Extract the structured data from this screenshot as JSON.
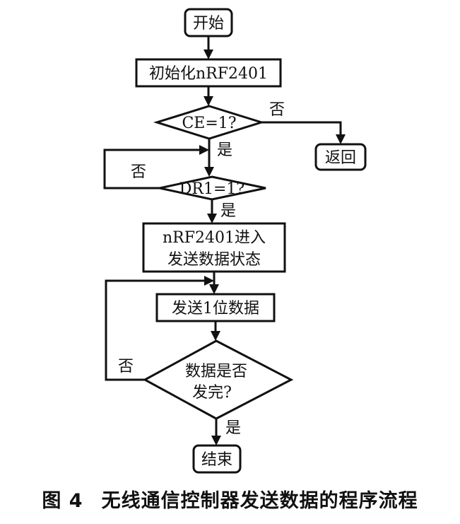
{
  "nodes": {
    "start": "开始",
    "init": "初始化nRF2401",
    "ce_check": "CE=1?",
    "return": "返回",
    "dr1_check": "DR1=1?",
    "enter_line1": "nRF2401进入",
    "enter_line2": "发送数据状态",
    "send_bit": "发送1位数据",
    "done_line1": "数据是否",
    "done_line2": "发完?",
    "end": "结束"
  },
  "edges": {
    "ce_no": "否",
    "ce_yes": "是",
    "dr1_no": "否",
    "dr1_yes": "是",
    "done_no": "否",
    "done_yes": "是"
  },
  "caption": {
    "number": "图 4",
    "title": "无线通信控制器发送数据的程序流程"
  }
}
